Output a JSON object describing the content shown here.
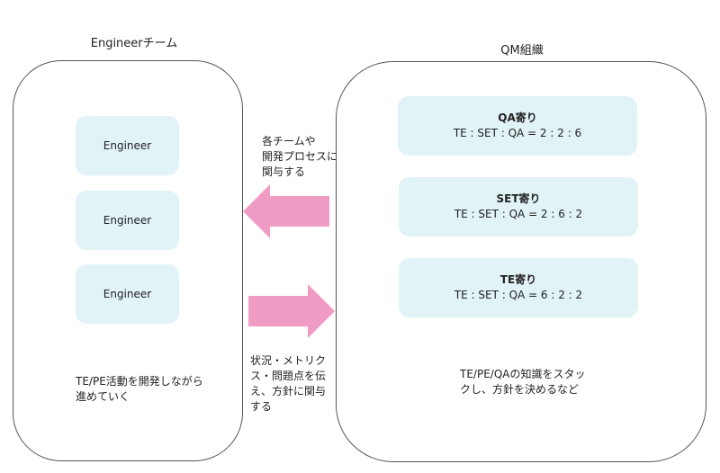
{
  "engineer_team": {
    "title": "Engineerチーム",
    "cards": [
      "Engineer",
      "Engineer",
      "Engineer"
    ],
    "note_line1": "TE/PE活動を開発しながら",
    "note_line2": "進めていく"
  },
  "qm_org": {
    "title": "QM組織",
    "cards": [
      {
        "name": "QA寄り",
        "ratio": "TE : SET : QA = 2 : 2 : 6"
      },
      {
        "name": "SET寄り",
        "ratio": "TE : SET : QA = 2 : 6 : 2"
      },
      {
        "name": "TE寄り",
        "ratio": "TE : SET : QA = 6 : 2 : 2"
      }
    ],
    "note_line1": "TE/PE/QAの知識をスタッ",
    "note_line2": "クし、方針を決めるなど"
  },
  "arrow_to_engineer": {
    "line1": "各チームや",
    "line2": "開発プロセスに",
    "line3": "関与する",
    "color": "#f09bc3"
  },
  "arrow_to_qm": {
    "line1": "状況・メトリク",
    "line2": "ス・問題点を伝",
    "line3": "え、方針に関与",
    "line4": "する",
    "color": "#f09bc3"
  }
}
